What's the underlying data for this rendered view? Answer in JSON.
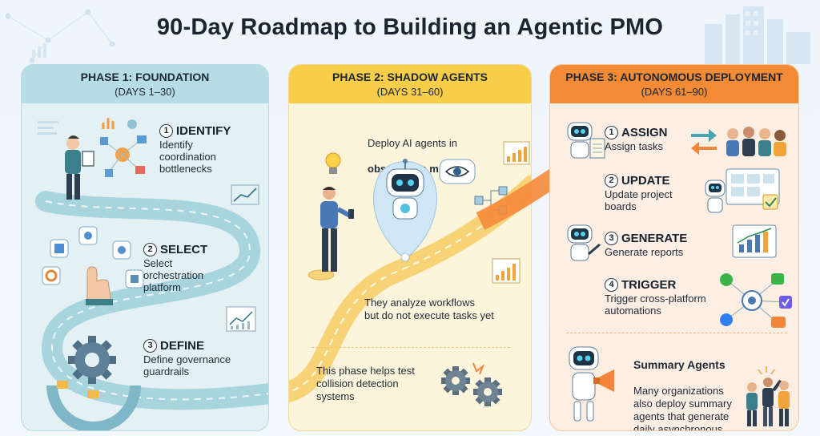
{
  "title": "90-Day Roadmap to Building an Agentic PMO",
  "colors": {
    "phase1": "#b6dde4",
    "phase2": "#f7cd4a",
    "phase3": "#f28a36",
    "road": "#9ccfd8",
    "text": "#1f2a36"
  },
  "phases": [
    {
      "title": "PHASE 1: FOUNDATION",
      "days": "(DAYS 1–30)",
      "steps": [
        {
          "num": "1",
          "title": "IDENTIFY",
          "text": "Identify\ncoordination\nbottlenecks",
          "icon": "person-analyzing-icon"
        },
        {
          "num": "2",
          "title": "SELECT",
          "text": "Select\norchestration\nplatform",
          "icon": "hand-selecting-icon"
        },
        {
          "num": "3",
          "title": "DEFINE",
          "text": "Define governance\nguardrails",
          "icon": "gear-icon"
        }
      ]
    },
    {
      "title": "PHASE 2: SHADOW AGENTS",
      "days": "(DAYS 31–60)",
      "intro_line1": "Deploy AI agents in",
      "intro_line2": "observation mode",
      "analyze": "They analyze workflows\nbut do not execute tasks yet",
      "collision": "This phase helps test\ncollision detection\nsystems",
      "icons": [
        "lightbulb-icon",
        "robot-icon",
        "eye-icon",
        "gears-icon"
      ]
    },
    {
      "title": "PHASE 3: AUTONOMOUS DEPLOYMENT",
      "days": "(DAYS 61–90)",
      "steps": [
        {
          "num": "1",
          "title": "ASSIGN",
          "text": "Assign tasks",
          "icon": "team-icon"
        },
        {
          "num": "2",
          "title": "UPDATE",
          "text": "Update project\nboards",
          "icon": "board-icon"
        },
        {
          "num": "3",
          "title": "GENERATE",
          "text": "Generate reports",
          "icon": "report-chart-icon"
        },
        {
          "num": "4",
          "title": "TRIGGER",
          "text": "Trigger cross-platform\nautomations",
          "icon": "network-icon"
        }
      ],
      "summary_title": "Summary Agents",
      "summary_text": "Many organizations\nalso deploy summary\nagents that generate\ndaily asynchronous\nupdates"
    }
  ]
}
